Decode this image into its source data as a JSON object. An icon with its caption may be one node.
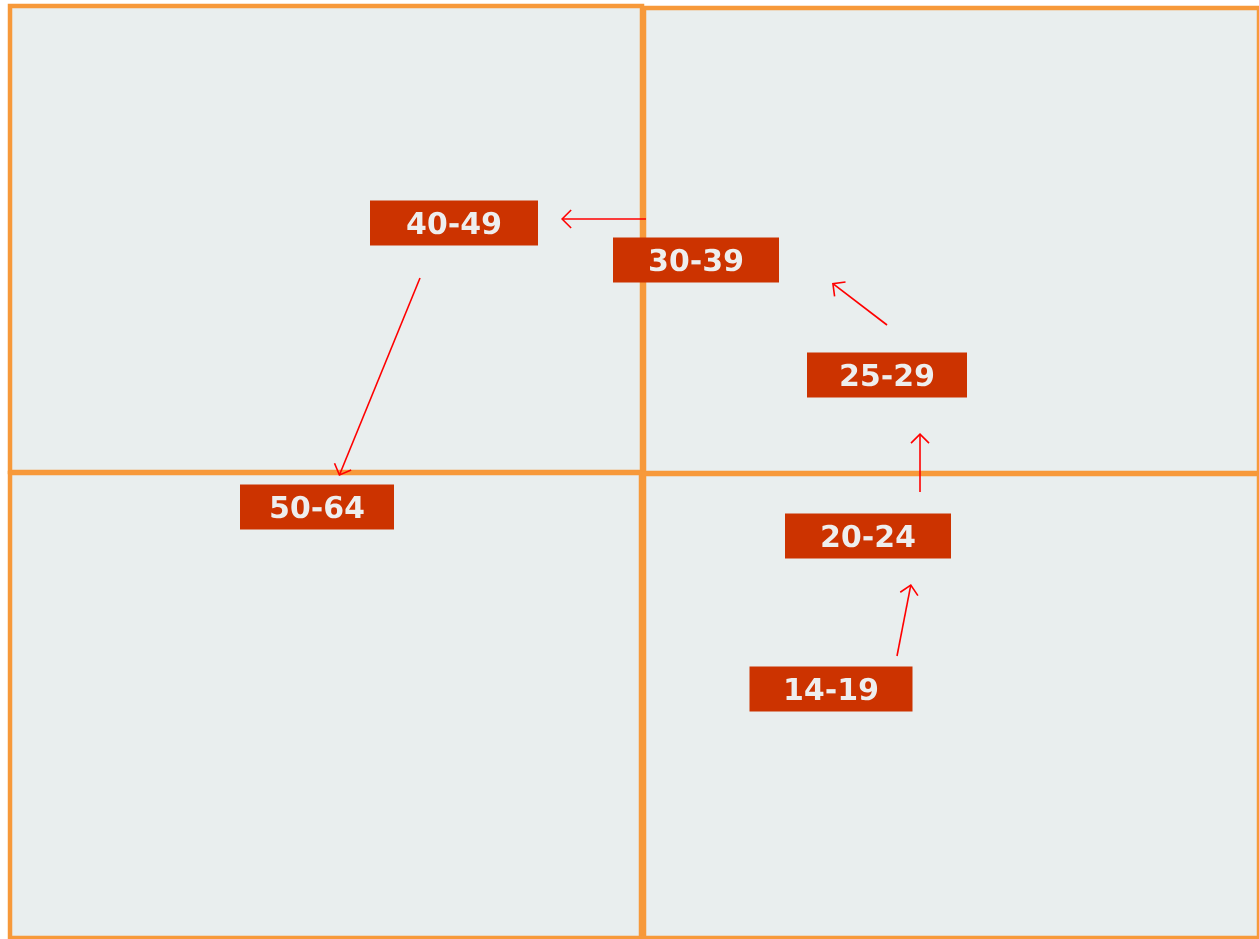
{
  "diagram": {
    "nodes": [
      {
        "text": [
          "14-19"
        ]
      },
      {
        "text": [
          "20-24"
        ]
      },
      {
        "text": [
          "25-29"
        ]
      },
      {
        "text": [
          "30-39"
        ]
      },
      {
        "text": [
          "40-49"
        ]
      },
      {
        "text": [
          "50-64"
        ]
      }
    ],
    "edges": [
      {
        "from": 0,
        "to": 1,
        "arrow": "to"
      },
      {
        "from": 1,
        "to": 2,
        "arrow": "to"
      },
      {
        "from": 2,
        "to": 3,
        "arrow": "to"
      },
      {
        "from": 3,
        "to": 4,
        "arrow": "to"
      },
      {
        "from": 4,
        "to": 5,
        "arrow": "to"
      }
    ]
  }
}
